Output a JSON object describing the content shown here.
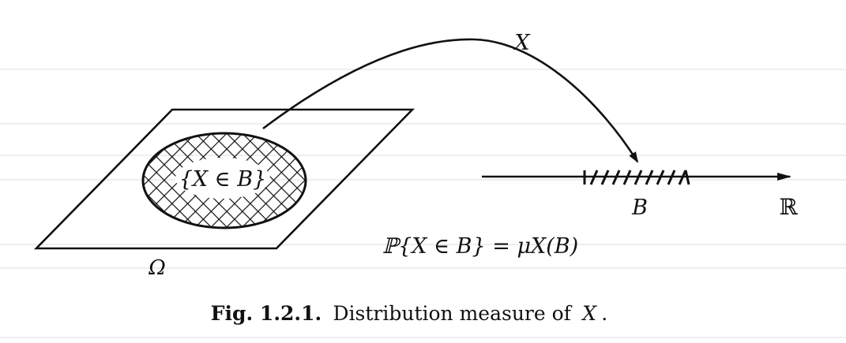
{
  "diagram": {
    "map_label": "X",
    "event_label": "{X ∈ B}",
    "set_B_label": "B",
    "reals_label": "ℝ",
    "omega_label": "Ω",
    "formula": "ℙ{X ∈ B} = μX(B)"
  },
  "caption": {
    "label": "Fig. 1.2.1.",
    "text": "Distribution measure of",
    "variable": "X",
    "period": "."
  },
  "colors": {
    "ink": "#111111",
    "guide_lines": "#dcdcdc",
    "background": "#ffffff"
  }
}
